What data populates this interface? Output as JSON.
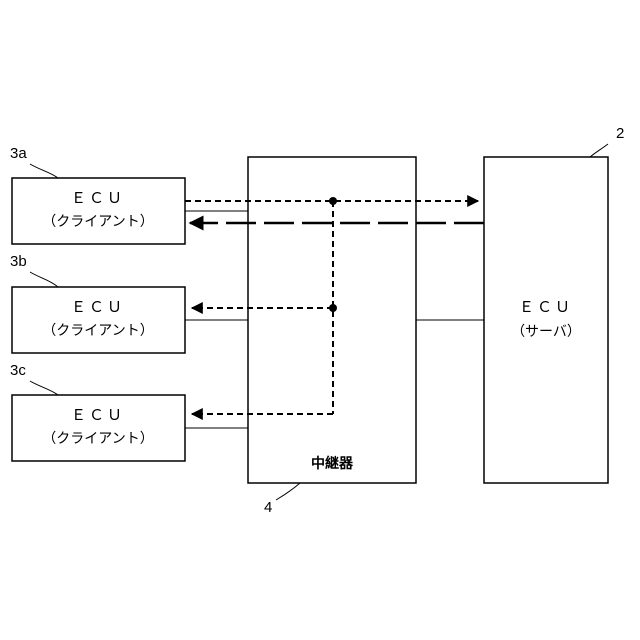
{
  "clients": [
    {
      "ref": "3a",
      "line1": "ＥＣＵ",
      "line2": "（クライアント）"
    },
    {
      "ref": "3b",
      "line1": "ＥＣＵ",
      "line2": "（クライアント）"
    },
    {
      "ref": "3c",
      "line1": "ＥＣＵ",
      "line2": "（クライアント）"
    }
  ],
  "relay": {
    "ref": "4",
    "label": "中継器"
  },
  "server": {
    "ref": "2",
    "line1": "ＥＣＵ",
    "line2": "（サーバ）"
  }
}
